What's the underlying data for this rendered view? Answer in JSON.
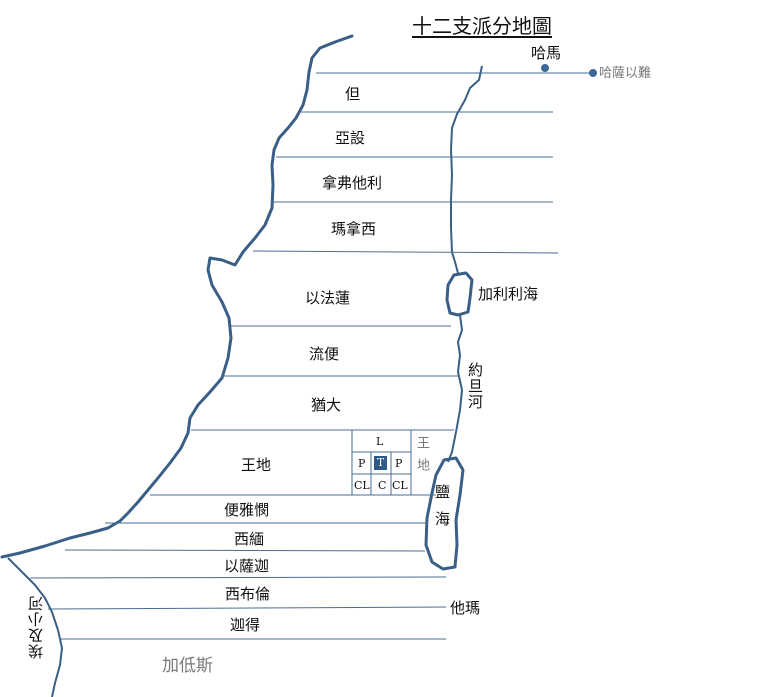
{
  "title": "十二支派分地圖",
  "places": {
    "hamath": "哈馬",
    "hazar_enan": "哈薩以難",
    "sea_of_galilee": "加利利海",
    "jordan_river": "約旦河",
    "dead_sea": "鹽海",
    "tamar": "他瑪",
    "brook_of_egypt": "埃及小河",
    "kadesh": "加低斯"
  },
  "tribes": [
    "但",
    "亞設",
    "拿弗他利",
    "瑪拿西",
    "以法蓮",
    "流便",
    "猶大",
    "王地",
    "便雅憫",
    "西緬",
    "以薩迦",
    "西布倫",
    "迦得"
  ],
  "holy_portion": {
    "top": "L",
    "left": "P",
    "center": "T",
    "right": "P",
    "bottom_left": "CL",
    "bottom_center": "C",
    "bottom_right": "CL",
    "side_label": "王地"
  },
  "colors": {
    "coast": "#3a5f87",
    "line": "#4a6d93",
    "dot": "#3b6896",
    "temple_fill": "#2e5a8a"
  }
}
